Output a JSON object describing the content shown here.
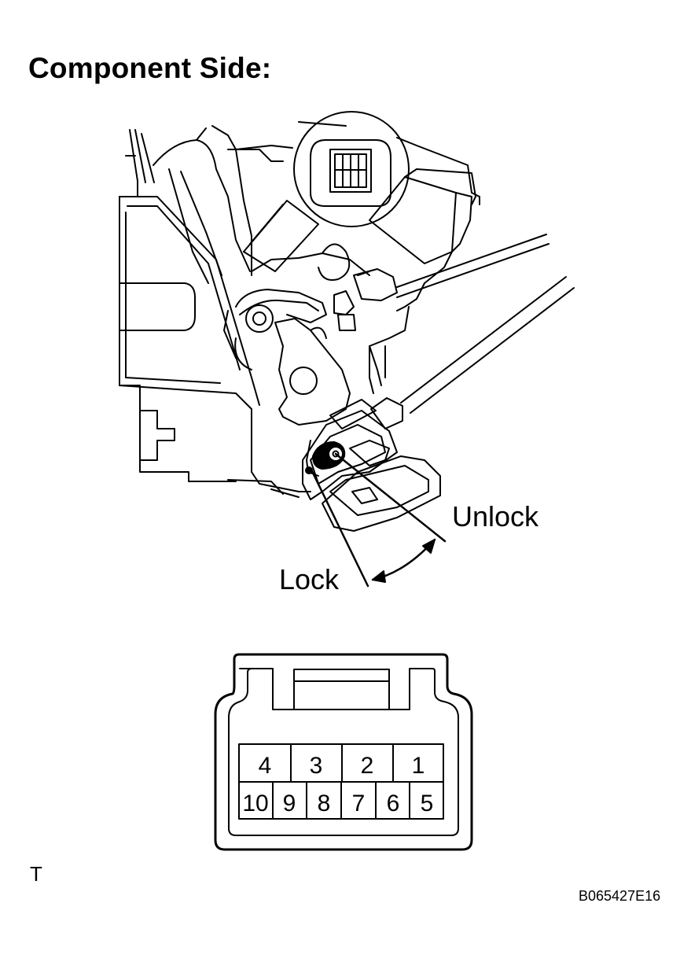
{
  "title": "Component Side:",
  "callouts": {
    "unlock": "Unlock",
    "lock": "Lock"
  },
  "connector": {
    "top_row": [
      "4",
      "3",
      "2",
      "1"
    ],
    "bottom_row": [
      "10",
      "9",
      "8",
      "7",
      "6",
      "5"
    ]
  },
  "corner_mark": "T",
  "figure_code": "B065427E16"
}
